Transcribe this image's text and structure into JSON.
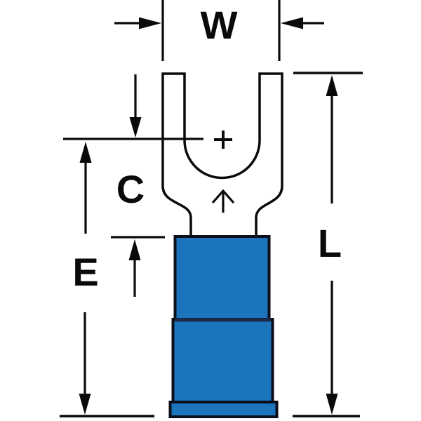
{
  "diagram": {
    "title": "fork-terminal-dimensional-drawing",
    "dimensions": {
      "width_label": "W",
      "slot_depth_label": "C",
      "barrel_length_label": "E",
      "overall_length_label": "L"
    },
    "icons": {
      "center_mark": "plus-center-mark",
      "wire_entry": "up-arrow"
    },
    "colors": {
      "background": "#ffffff",
      "line": "#0a0a0a",
      "terminal_fill": "#ffffff",
      "insulation_fill": "#1b74bc",
      "insulation_outline": "#0a0f1a",
      "insulation_divider": "#1d2b4c"
    }
  }
}
